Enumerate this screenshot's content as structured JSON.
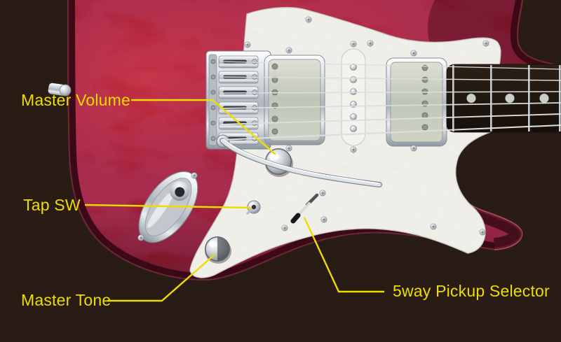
{
  "colors": {
    "background_brown": "#281c15",
    "annotation_yellow": "#eedd00",
    "body_red": "#a21424",
    "body_edge_maroon": "#440e1c",
    "pickguard_pearl": "#f1f0e9",
    "chrome": "#d7dbe0",
    "pickup_cover_green": "#c7cdc0",
    "fretboard_brown": "#241a12"
  },
  "callouts": [
    {
      "id": "master-volume",
      "label": "Master Volume",
      "target": "volume-knob"
    },
    {
      "id": "tap-sw",
      "label": "Tap SW",
      "target": "tap-switch"
    },
    {
      "id": "master-tone",
      "label": "Master Tone",
      "target": "tone-knob"
    },
    {
      "id": "pickup-selector",
      "label": "5way Pickup Selector",
      "target": "pickup-selector-switch"
    }
  ]
}
